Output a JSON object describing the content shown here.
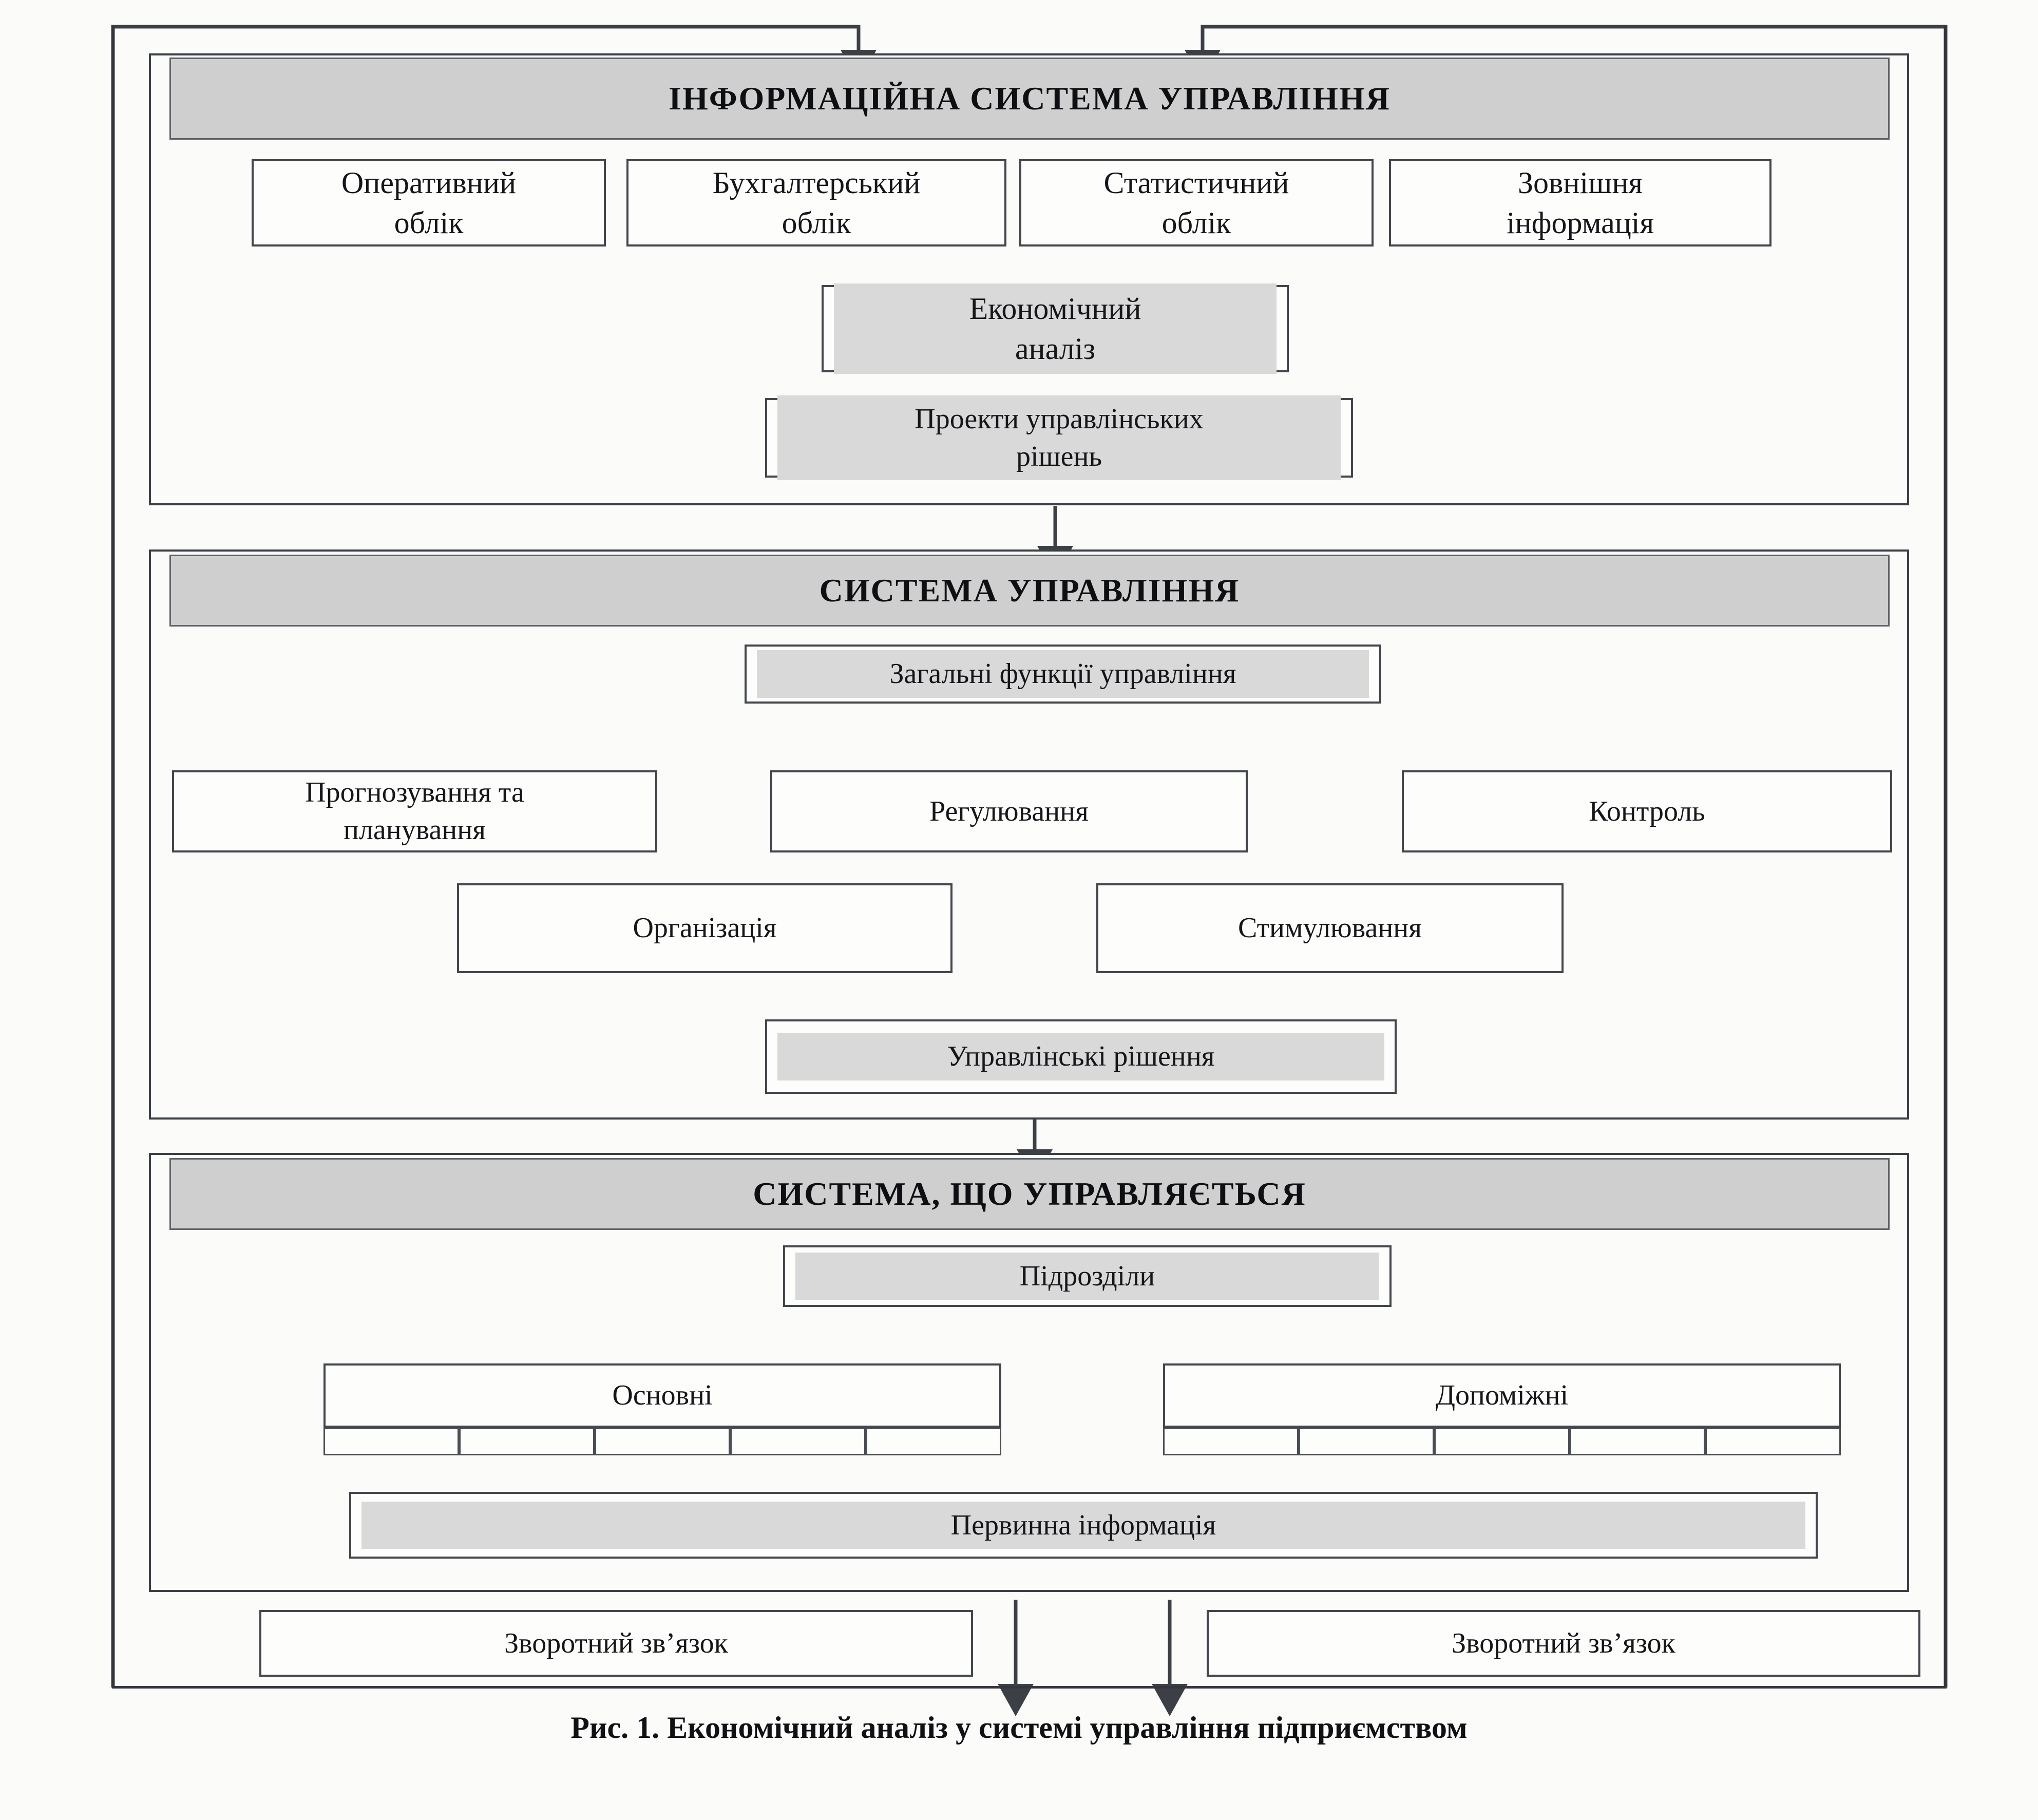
{
  "figure": {
    "caption": "Рис. 1. Економічний аналіз у системі управління підприємством",
    "colors": {
      "line": "#3c4046",
      "box_border": "#43474d",
      "shade_fill": "#d9d9d9",
      "banner_fill": "#cfcfcf",
      "page_bg": "#fbfbf9",
      "text": "#15161a"
    }
  },
  "sections": [
    {
      "id": "information-system",
      "title": "ІНФОРМАЦІЙНА СИСТЕМА УПРАВЛІННЯ",
      "nodes": [
        {
          "id": "operational-accounting",
          "label": "Оперативний\nоблік",
          "shaded": false
        },
        {
          "id": "bookkeeping-accounting",
          "label": "Бухгалтерський\nоблік",
          "shaded": false
        },
        {
          "id": "statistical-accounting",
          "label": "Статистичний\nоблік",
          "shaded": false
        },
        {
          "id": "external-information",
          "label": "Зовнішня\nінформація",
          "shaded": false
        },
        {
          "id": "economic-analysis",
          "label": "Економічний\nаналіз",
          "shaded": true
        },
        {
          "id": "management-decision-drafts",
          "label": "Проекти управлінських\nрішень",
          "shaded": true
        }
      ]
    },
    {
      "id": "management-system",
      "title": "СИСТЕМА УПРАВЛІННЯ",
      "nodes": [
        {
          "id": "general-management-functions",
          "label": "Загальні функції управління",
          "shaded": true
        },
        {
          "id": "forecasting-and-planning",
          "label": "Прогнозування та\nпланування",
          "shaded": false
        },
        {
          "id": "regulation",
          "label": "Регулювання",
          "shaded": false
        },
        {
          "id": "control",
          "label": "Контроль",
          "shaded": false
        },
        {
          "id": "organization",
          "label": "Організація",
          "shaded": false
        },
        {
          "id": "stimulation",
          "label": "Стимулювання",
          "shaded": false
        },
        {
          "id": "management-decisions",
          "label": "Управлінські рішення",
          "shaded": true
        }
      ]
    },
    {
      "id": "managed-system",
      "title": "СИСТЕМА, ЩО УПРАВЛЯЄТЬСЯ",
      "nodes": [
        {
          "id": "subdivisions",
          "label": "Підрозділи",
          "shaded": true
        },
        {
          "id": "main-subdivisions",
          "label": "Основні",
          "shaded": false
        },
        {
          "id": "auxiliary-subdivisions",
          "label": "Допоміжні",
          "shaded": false
        },
        {
          "id": "primary-information",
          "label": "Первинна інформація",
          "shaded": true
        }
      ],
      "subcell_count_per_group": 5
    }
  ],
  "feedback": {
    "left_label": "Зворотний зв’язок",
    "right_label": "Зворотний зв’язок"
  },
  "labels": {
    "information_system_banner": "ІНФОРМАЦІЙНА СИСТЕМА УПРАВЛІННЯ",
    "management_system_banner": "СИСТЕМА УПРАВЛІННЯ",
    "managed_system_banner": "СИСТЕМА, ЩО УПРАВЛЯЄТЬСЯ",
    "operational_accounting": "Оперативний\nоблік",
    "bookkeeping_accounting": "Бухгалтерський\nоблік",
    "statistical_accounting": "Статистичний\nоблік",
    "external_information": "Зовнішня\nінформація",
    "economic_analysis": "Економічний\nаналіз",
    "decision_drafts": "Проекти управлінських\nрішень",
    "general_functions": "Загальні функції управління",
    "forecasting_planning": "Прогнозування та\nпланування",
    "regulation": "Регулювання",
    "control": "Контроль",
    "organization": "Організація",
    "stimulation": "Стимулювання",
    "management_decisions": "Управлінські рішення",
    "subdivisions": "Підрозділи",
    "main": "Основні",
    "auxiliary": "Допоміжні",
    "primary_information": "Первинна інформація",
    "feedback_left": "Зворотний зв’язок",
    "feedback_right": "Зворотний зв’язок",
    "caption": "Рис. 1. Економічний аналіз у системі управління підприємством"
  }
}
